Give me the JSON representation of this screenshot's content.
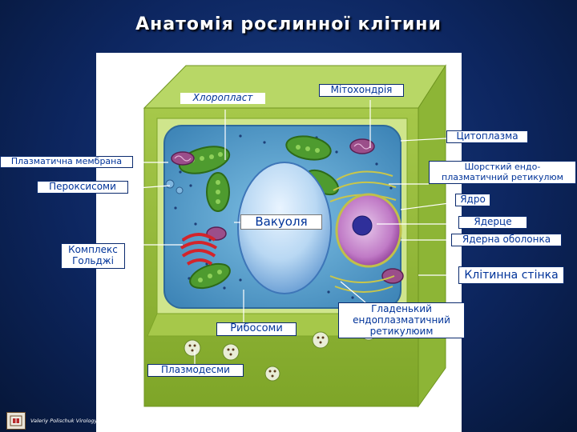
{
  "title": "Анатомія рослинної клітини",
  "labels": {
    "chloroplast": "Хлоропласт",
    "mitochondria": "Мітохондрія",
    "cytoplasm": "Цитоплазма",
    "plasma_membrane": "Плазматична мембрана",
    "rough_er_line1": "Шорсткий ендо-",
    "rough_er_line2": "плазматичний  ретикулюм",
    "peroxisomes": "Пероксисоми",
    "nucleus": "Ядро",
    "vacuole": "Вакуоля",
    "nucleolus": "Ядерце",
    "nuclear_envelope": "Ядерна оболонка",
    "golgi_line1": "Комплекс",
    "golgi_line2": "Гольджі",
    "cell_wall": "Клітинна стінка",
    "smooth_er_line1": "Гладенький",
    "smooth_er_line2": "ендоплазматичний",
    "smooth_er_line3": "ретикулюим",
    "ribosomes": "Рибосоми",
    "plasmodesmata": "Плазмодесми"
  },
  "footer": {
    "credit": "Valeriy Polischuk  Virology Department Kyiv National Taras Shevchenko University"
  },
  "colors": {
    "background": "#0d2660",
    "label_text": "#003399",
    "cell_wall": "#9bc13a",
    "cytoplasm": "#5fa6cf",
    "vacuole": "#bcd9f2",
    "nucleus": "#a24aa8",
    "chloroplast": "#4e9b2f",
    "golgi": "#d3242b",
    "mitochondria": "#9b4e8a"
  },
  "icons": [
    "university-logo-icon"
  ]
}
